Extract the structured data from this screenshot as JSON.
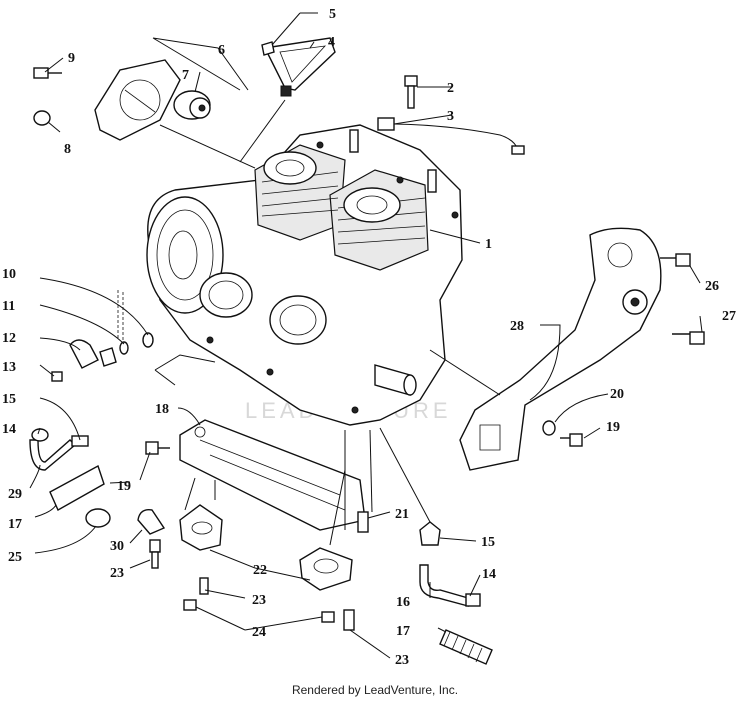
{
  "watermark": "LEADVENTURE",
  "footer": "Rendered by LeadVenture, Inc.",
  "callouts": {
    "c1": "1",
    "c2": "2",
    "c3": "3",
    "c4": "4",
    "c5": "5",
    "c6": "6",
    "c7": "7",
    "c8": "8",
    "c9": "9",
    "c10": "10",
    "c11": "11",
    "c12": "12",
    "c13": "13",
    "c14a": "14",
    "c15a": "15",
    "c29": "29",
    "c17a": "17",
    "c25": "25",
    "c18": "18",
    "c19a": "19",
    "c30": "30",
    "c23a": "23",
    "c22": "22",
    "c23b": "23",
    "c24": "24",
    "c23c": "23",
    "c21": "21",
    "c15b": "15",
    "c14b": "14",
    "c16": "16",
    "c17b": "17",
    "c28": "28",
    "c26": "26",
    "c27": "27",
    "c20": "20",
    "c19b": "19"
  }
}
